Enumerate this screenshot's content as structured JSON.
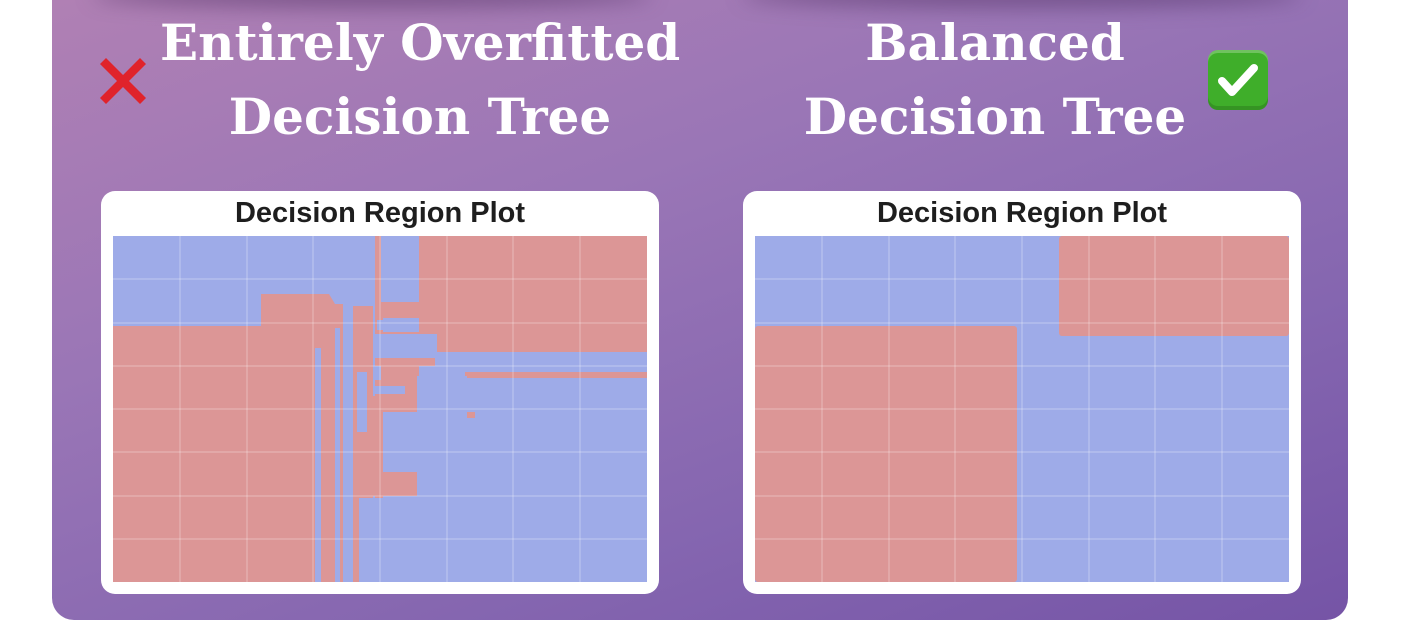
{
  "left": {
    "heading_line1": "Entirely Overfitted",
    "heading_line2": "Decision Tree",
    "status_icon": "cross-mark-icon",
    "plot_title": "Decision Region Plot"
  },
  "right": {
    "heading_line1": "Balanced",
    "heading_line2": "Decision Tree",
    "status_icon": "check-mark-icon",
    "plot_title": "Decision Region Plot"
  },
  "colors": {
    "class_a_red": "#dc9696",
    "class_b_blue": "#9eabe8",
    "cross_red": "#e0232b",
    "check_green": "#3fae2a",
    "background_top": "#b080b4",
    "background_bottom": "#7554a6"
  }
}
